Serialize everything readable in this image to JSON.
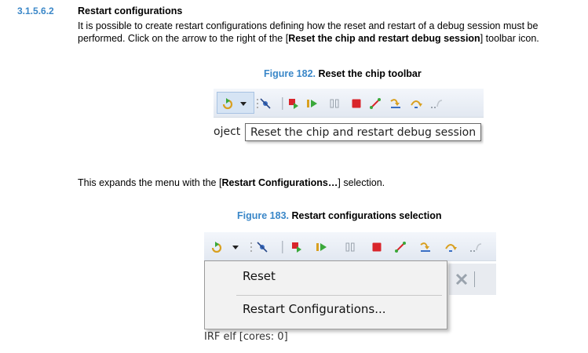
{
  "section": {
    "number": "3.1.5.6.2",
    "title": "Restart configurations",
    "paragraph1_part1": "It is possible to create restart configurations defining how the reset and restart of a debug session must be performed. Click on the arrow to the right of the [",
    "paragraph1_bold": "Reset the chip and restart debug session",
    "paragraph1_part2": "] toolbar icon.",
    "paragraph2_part1": "This expands the menu with the [",
    "paragraph2_bold": "Restart Configurations…",
    "paragraph2_part2": "] selection."
  },
  "figure182": {
    "number": "Figure 182.",
    "title": "Reset the chip toolbar",
    "strip_text": "oject",
    "tooltip": "Reset the chip and restart debug session"
  },
  "figure183": {
    "number": "Figure 183.",
    "title": "Restart configurations selection",
    "menu_items": [
      "Reset",
      "Restart Configurations..."
    ],
    "bottom_text": "IRF elf [cores: 0]"
  },
  "toolbar_icons": [
    "reset-chip-icon",
    "dropdown-arrow-icon",
    "skip-breakpoints-icon",
    "resume-icon",
    "suspend-icon",
    "terminate-icon",
    "disconnect-icon",
    "step-into-icon",
    "step-over-icon",
    "step-return-icon"
  ],
  "colors": {
    "accent_blue": "#3a87c8",
    "reset_green": "#3aa83a",
    "terminate_red": "#d9252b"
  }
}
